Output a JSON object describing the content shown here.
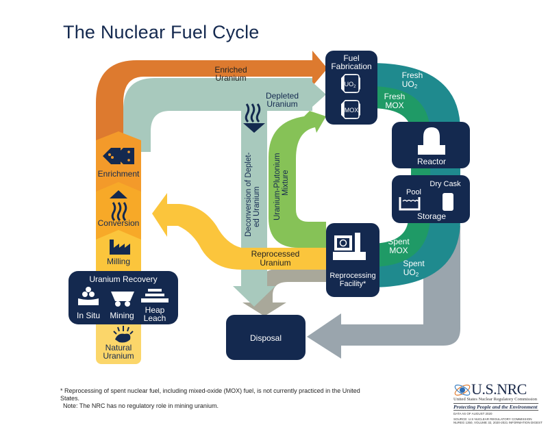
{
  "title": "The Nuclear Fuel Cycle",
  "colors": {
    "navy": "#14294f",
    "enriched": "#dd7a2f",
    "depleted": "#a8c9bd",
    "mixture": "#86c257",
    "reprocessed": "#fbc53c",
    "yellow_light": "#fbd66a",
    "fresh_uo2": "#1f8a8e",
    "fresh_mox": "#1f9a66",
    "gray_return": "#9aa5ad",
    "gray_waste": "#a9a89a"
  },
  "flows": {
    "enriched_uranium": "Enriched Uranium",
    "enriched_l1": "Enriched",
    "enriched_l2": "Uranium",
    "depleted_l1": "Depleted",
    "depleted_l2": "Uranium",
    "deconversion_l1": "Deconversion of Deplet-",
    "deconversion_l2": "ed Uranium",
    "mixture_l1": "Uranium-Plutonium",
    "mixture_l2": "Mixture",
    "reprocessed_l1": "Reprocessed",
    "reprocessed_l2": "Uranium",
    "fresh_uo2_l1": "Fresh",
    "fresh_uo2_l2": "UO",
    "fresh_mox_l1": "Fresh",
    "fresh_mox_l2": "MOX",
    "spent_mox_l1": "Spent",
    "spent_mox_l2": "MOX",
    "spent_uo2_l1": "Spent",
    "spent_uo2_l2": "UO",
    "subscript_2": "2"
  },
  "stages": {
    "enrichment": "Enrichment",
    "conversion": "Conversion",
    "milling": "Milling",
    "natural_l1": "Natural",
    "natural_l2": "Uranium"
  },
  "boxes": {
    "fuel_fab_l1": "Fuel",
    "fuel_fab_l2": "Fabrication",
    "uo2": "UO",
    "mox": "MOX",
    "reactor": "Reactor",
    "storage": "Storage",
    "pool": "Pool",
    "dry_cask": "Dry Cask",
    "reprocessing_l1": "Reprocessing",
    "reprocessing_l2": "Facility*",
    "disposal": "Disposal",
    "recovery_title": "Uranium Recovery",
    "in_situ": "In Situ",
    "mining": "Mining",
    "heap_l1": "Heap",
    "heap_l2": "Leach"
  },
  "footnote": {
    "line1": "* Reprocessing of spent nuclear fuel, including mixed-oxide (MOX) fuel, is not currently practiced in the United States.",
    "line2": "Note: The NRC has no regulatory role in mining uranium."
  },
  "logo": {
    "brand": "U.S.NRC",
    "agency": "United States Nuclear Regulatory Commission",
    "tagline": "Protecting People and the Environment",
    "data_as_of": "DATA AS OF AUGUST 2020",
    "source_l1": "SOURCE: U.S NUCLEAR REGULATORY COMMISSION",
    "source_l2": "NUREG 1350, VOLUME 32, 2020-2021 INFORMATION DIGEST"
  }
}
